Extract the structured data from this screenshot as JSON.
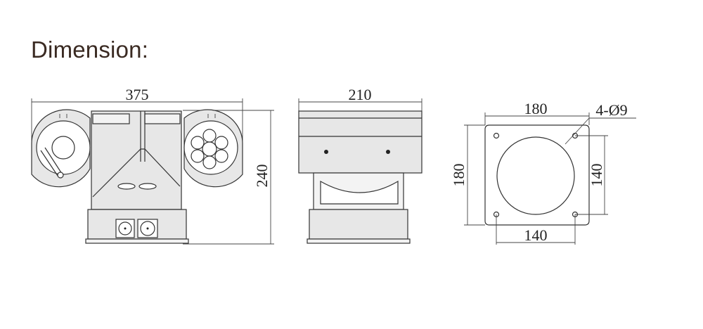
{
  "title": "Dimension:",
  "views": {
    "front": {
      "width_label": "375",
      "height_label": "240"
    },
    "side": {
      "width_label": "210"
    },
    "base": {
      "outer_width_label": "180",
      "outer_height_label": "180",
      "hole_spacing_width_label": "140",
      "hole_spacing_height_label": "140",
      "holes_label": "4-Ø9"
    }
  },
  "colors": {
    "line": "#333333",
    "title": "#3a2a22",
    "fill": "#e7e7e7"
  }
}
